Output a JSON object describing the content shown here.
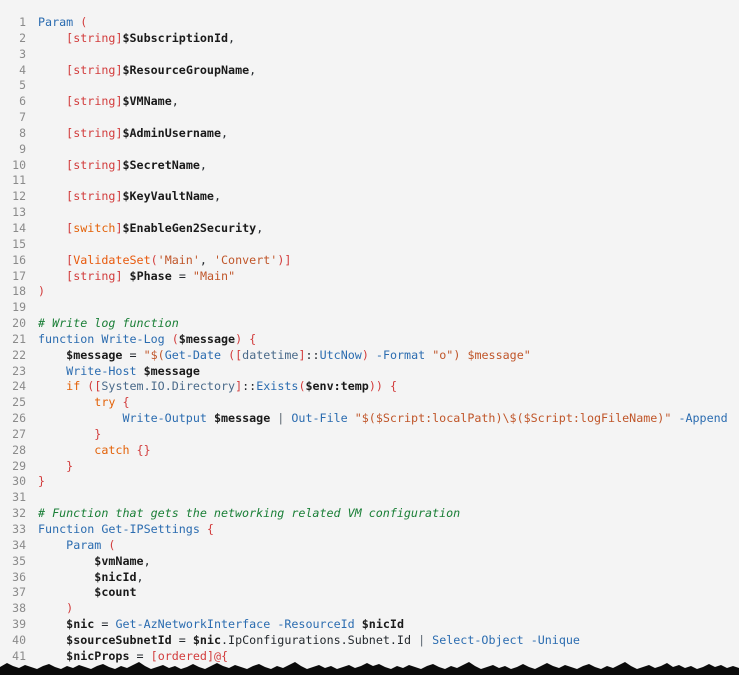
{
  "viewer": {
    "language": "PowerShell",
    "background_color": "#f4f4f4",
    "gutter_color": "#8a8a8a",
    "first_line_number": 1,
    "last_line_number": 41,
    "total_visible_lines": 41
  },
  "colors": {
    "plain": "#24292e",
    "cmdlet": "#2b6cb0",
    "variable": "#1a1a1a",
    "type": "#d23c3c",
    "switch": "#e36209",
    "attribute": "#e8590c",
    "string": "#c0562a",
    "comment": "#1a7f37",
    "keyword": "#e36209",
    "brace": "#d23c3c",
    "classname": "#4a6a8a"
  },
  "code": {
    "lines": [
      {
        "n": "1",
        "text": "Param ("
      },
      {
        "n": "2",
        "text": "    [string]$SubscriptionId,"
      },
      {
        "n": "3",
        "text": ""
      },
      {
        "n": "4",
        "text": "    [string]$ResourceGroupName,"
      },
      {
        "n": "5",
        "text": ""
      },
      {
        "n": "6",
        "text": "    [string]$VMName,"
      },
      {
        "n": "7",
        "text": ""
      },
      {
        "n": "8",
        "text": "    [string]$AdminUsername,"
      },
      {
        "n": "9",
        "text": ""
      },
      {
        "n": "10",
        "text": "    [string]$SecretName,"
      },
      {
        "n": "11",
        "text": ""
      },
      {
        "n": "12",
        "text": "    [string]$KeyVaultName,"
      },
      {
        "n": "13",
        "text": ""
      },
      {
        "n": "14",
        "text": "    [switch]$EnableGen2Security,"
      },
      {
        "n": "15",
        "text": ""
      },
      {
        "n": "16",
        "text": "    [ValidateSet('Main', 'Convert')]"
      },
      {
        "n": "17",
        "text": "    [string] $Phase = \"Main\""
      },
      {
        "n": "18",
        "text": ")"
      },
      {
        "n": "19",
        "text": ""
      },
      {
        "n": "20",
        "text": "# Write log function"
      },
      {
        "n": "21",
        "text": "function Write-Log ($message) {"
      },
      {
        "n": "22",
        "text": "    $message = \"$(Get-Date ([datetime]::UtcNow) -Format \"o\") $message\""
      },
      {
        "n": "23",
        "text": "    Write-Host $message"
      },
      {
        "n": "24",
        "text": "    if ([System.IO.Directory]::Exists($env:temp)) {"
      },
      {
        "n": "25",
        "text": "        try {"
      },
      {
        "n": "26",
        "text": "            Write-Output $message | Out-File \"$($Script:localPath)\\$($Script:logFileName)\" -Append"
      },
      {
        "n": "27",
        "text": "        }"
      },
      {
        "n": "28",
        "text": "        catch {}"
      },
      {
        "n": "29",
        "text": "    }"
      },
      {
        "n": "30",
        "text": "}"
      },
      {
        "n": "31",
        "text": ""
      },
      {
        "n": "32",
        "text": "# Function that gets the networking related VM configuration"
      },
      {
        "n": "33",
        "text": "Function Get-IPSettings {"
      },
      {
        "n": "34",
        "text": "    Param ("
      },
      {
        "n": "35",
        "text": "        $vmName,"
      },
      {
        "n": "36",
        "text": "        $nicId,"
      },
      {
        "n": "37",
        "text": "        $count"
      },
      {
        "n": "38",
        "text": "    )"
      },
      {
        "n": "39",
        "text": "    $nic = Get-AzNetworkInterface -ResourceId $nicId"
      },
      {
        "n": "40",
        "text": "    $sourceSubnetId = $nic.IpConfigurations.Subnet.Id | Select-Object -Unique"
      },
      {
        "n": "41",
        "text": "    $nicProps = [ordered]@{"
      }
    ],
    "tokens": [
      [
        {
          "t": "Param",
          "c": "cmdlet"
        },
        {
          "t": " ",
          "c": "plain"
        },
        {
          "t": "(",
          "c": "paren"
        }
      ],
      [
        {
          "t": "    ",
          "c": "plain"
        },
        {
          "t": "[",
          "c": "brace"
        },
        {
          "t": "string",
          "c": "type"
        },
        {
          "t": "]",
          "c": "brace"
        },
        {
          "t": "$SubscriptionId",
          "c": "var"
        },
        {
          "t": ",",
          "c": "op"
        }
      ],
      [],
      [
        {
          "t": "    ",
          "c": "plain"
        },
        {
          "t": "[",
          "c": "brace"
        },
        {
          "t": "string",
          "c": "type"
        },
        {
          "t": "]",
          "c": "brace"
        },
        {
          "t": "$ResourceGroupName",
          "c": "var"
        },
        {
          "t": ",",
          "c": "op"
        }
      ],
      [],
      [
        {
          "t": "    ",
          "c": "plain"
        },
        {
          "t": "[",
          "c": "brace"
        },
        {
          "t": "string",
          "c": "type"
        },
        {
          "t": "]",
          "c": "brace"
        },
        {
          "t": "$VMName",
          "c": "var"
        },
        {
          "t": ",",
          "c": "op"
        }
      ],
      [],
      [
        {
          "t": "    ",
          "c": "plain"
        },
        {
          "t": "[",
          "c": "brace"
        },
        {
          "t": "string",
          "c": "type"
        },
        {
          "t": "]",
          "c": "brace"
        },
        {
          "t": "$AdminUsername",
          "c": "var"
        },
        {
          "t": ",",
          "c": "op"
        }
      ],
      [],
      [
        {
          "t": "    ",
          "c": "plain"
        },
        {
          "t": "[",
          "c": "brace"
        },
        {
          "t": "string",
          "c": "type"
        },
        {
          "t": "]",
          "c": "brace"
        },
        {
          "t": "$SecretName",
          "c": "var"
        },
        {
          "t": ",",
          "c": "op"
        }
      ],
      [],
      [
        {
          "t": "    ",
          "c": "plain"
        },
        {
          "t": "[",
          "c": "brace"
        },
        {
          "t": "string",
          "c": "type"
        },
        {
          "t": "]",
          "c": "brace"
        },
        {
          "t": "$KeyVaultName",
          "c": "var"
        },
        {
          "t": ",",
          "c": "op"
        }
      ],
      [],
      [
        {
          "t": "    ",
          "c": "plain"
        },
        {
          "t": "[",
          "c": "brace"
        },
        {
          "t": "switch",
          "c": "switch"
        },
        {
          "t": "]",
          "c": "brace"
        },
        {
          "t": "$EnableGen2Security",
          "c": "var"
        },
        {
          "t": ",",
          "c": "op"
        }
      ],
      [],
      [
        {
          "t": "    ",
          "c": "plain"
        },
        {
          "t": "[",
          "c": "brace"
        },
        {
          "t": "ValidateSet",
          "c": "attr"
        },
        {
          "t": "(",
          "c": "paren"
        },
        {
          "t": "'Main'",
          "c": "string"
        },
        {
          "t": ",",
          "c": "op"
        },
        {
          "t": " ",
          "c": "plain"
        },
        {
          "t": "'Convert'",
          "c": "string"
        },
        {
          "t": ")",
          "c": "paren"
        },
        {
          "t": "]",
          "c": "brace"
        }
      ],
      [
        {
          "t": "    ",
          "c": "plain"
        },
        {
          "t": "[",
          "c": "brace"
        },
        {
          "t": "string",
          "c": "type"
        },
        {
          "t": "]",
          "c": "brace"
        },
        {
          "t": " ",
          "c": "plain"
        },
        {
          "t": "$Phase",
          "c": "var"
        },
        {
          "t": " ",
          "c": "plain"
        },
        {
          "t": "=",
          "c": "op"
        },
        {
          "t": " ",
          "c": "plain"
        },
        {
          "t": "\"Main\"",
          "c": "string"
        }
      ],
      [
        {
          "t": ")",
          "c": "paren"
        }
      ],
      [],
      [
        {
          "t": "# Write log function",
          "c": "comment"
        }
      ],
      [
        {
          "t": "function",
          "c": "cmdlet"
        },
        {
          "t": " ",
          "c": "plain"
        },
        {
          "t": "Write-Log",
          "c": "cmdlet"
        },
        {
          "t": " ",
          "c": "plain"
        },
        {
          "t": "(",
          "c": "paren"
        },
        {
          "t": "$message",
          "c": "var"
        },
        {
          "t": ")",
          "c": "paren"
        },
        {
          "t": " ",
          "c": "plain"
        },
        {
          "t": "{",
          "c": "brace"
        }
      ],
      [
        {
          "t": "    ",
          "c": "plain"
        },
        {
          "t": "$message",
          "c": "var"
        },
        {
          "t": " ",
          "c": "plain"
        },
        {
          "t": "=",
          "c": "op"
        },
        {
          "t": " ",
          "c": "plain"
        },
        {
          "t": "\"$(",
          "c": "string"
        },
        {
          "t": "Get-Date",
          "c": "cmdlet"
        },
        {
          "t": " ",
          "c": "plain"
        },
        {
          "t": "(",
          "c": "paren"
        },
        {
          "t": "[",
          "c": "brace"
        },
        {
          "t": "datetime",
          "c": "classname"
        },
        {
          "t": "]",
          "c": "brace"
        },
        {
          "t": "::",
          "c": "op"
        },
        {
          "t": "UtcNow",
          "c": "member"
        },
        {
          "t": ")",
          "c": "paren"
        },
        {
          "t": " ",
          "c": "plain"
        },
        {
          "t": "-Format",
          "c": "param"
        },
        {
          "t": " ",
          "c": "plain"
        },
        {
          "t": "\"o\"",
          "c": "string"
        },
        {
          "t": ")",
          "c": "string"
        },
        {
          "t": " ",
          "c": "string"
        },
        {
          "t": "$message",
          "c": "string"
        },
        {
          "t": "\"",
          "c": "string"
        }
      ],
      [
        {
          "t": "    ",
          "c": "plain"
        },
        {
          "t": "Write-Host",
          "c": "cmdlet"
        },
        {
          "t": " ",
          "c": "plain"
        },
        {
          "t": "$message",
          "c": "var"
        }
      ],
      [
        {
          "t": "    ",
          "c": "plain"
        },
        {
          "t": "if",
          "c": "keyword"
        },
        {
          "t": " ",
          "c": "plain"
        },
        {
          "t": "(",
          "c": "paren"
        },
        {
          "t": "[",
          "c": "brace"
        },
        {
          "t": "System.IO.Directory",
          "c": "classname"
        },
        {
          "t": "]",
          "c": "brace"
        },
        {
          "t": "::",
          "c": "op"
        },
        {
          "t": "Exists",
          "c": "member"
        },
        {
          "t": "(",
          "c": "paren"
        },
        {
          "t": "$env:temp",
          "c": "var"
        },
        {
          "t": ")",
          "c": "paren"
        },
        {
          "t": ")",
          "c": "paren"
        },
        {
          "t": " ",
          "c": "plain"
        },
        {
          "t": "{",
          "c": "brace"
        }
      ],
      [
        {
          "t": "        ",
          "c": "plain"
        },
        {
          "t": "try",
          "c": "keyword"
        },
        {
          "t": " ",
          "c": "plain"
        },
        {
          "t": "{",
          "c": "brace"
        }
      ],
      [
        {
          "t": "            ",
          "c": "plain"
        },
        {
          "t": "Write-Output",
          "c": "cmdlet"
        },
        {
          "t": " ",
          "c": "plain"
        },
        {
          "t": "$message",
          "c": "var"
        },
        {
          "t": " ",
          "c": "plain"
        },
        {
          "t": "|",
          "c": "pipe"
        },
        {
          "t": " ",
          "c": "plain"
        },
        {
          "t": "Out-File",
          "c": "cmdlet"
        },
        {
          "t": " ",
          "c": "plain"
        },
        {
          "t": "\"$($Script:localPath)\\$($Script:logFileName)\"",
          "c": "string"
        },
        {
          "t": " ",
          "c": "plain"
        },
        {
          "t": "-Append",
          "c": "param"
        }
      ],
      [
        {
          "t": "        ",
          "c": "plain"
        },
        {
          "t": "}",
          "c": "brace"
        }
      ],
      [
        {
          "t": "        ",
          "c": "plain"
        },
        {
          "t": "catch",
          "c": "keyword"
        },
        {
          "t": " ",
          "c": "plain"
        },
        {
          "t": "{}",
          "c": "brace"
        }
      ],
      [
        {
          "t": "    ",
          "c": "plain"
        },
        {
          "t": "}",
          "c": "brace"
        }
      ],
      [
        {
          "t": "}",
          "c": "brace"
        }
      ],
      [],
      [
        {
          "t": "# Function that gets the networking related VM configuration",
          "c": "comment"
        }
      ],
      [
        {
          "t": "Function",
          "c": "cmdlet"
        },
        {
          "t": " ",
          "c": "plain"
        },
        {
          "t": "Get-IPSettings",
          "c": "cmdlet"
        },
        {
          "t": " ",
          "c": "plain"
        },
        {
          "t": "{",
          "c": "brace"
        }
      ],
      [
        {
          "t": "    ",
          "c": "plain"
        },
        {
          "t": "Param",
          "c": "cmdlet"
        },
        {
          "t": " ",
          "c": "plain"
        },
        {
          "t": "(",
          "c": "paren"
        }
      ],
      [
        {
          "t": "        ",
          "c": "plain"
        },
        {
          "t": "$vmName",
          "c": "var"
        },
        {
          "t": ",",
          "c": "op"
        }
      ],
      [
        {
          "t": "        ",
          "c": "plain"
        },
        {
          "t": "$nicId",
          "c": "var"
        },
        {
          "t": ",",
          "c": "op"
        }
      ],
      [
        {
          "t": "        ",
          "c": "plain"
        },
        {
          "t": "$count",
          "c": "var"
        }
      ],
      [
        {
          "t": "    ",
          "c": "plain"
        },
        {
          "t": ")",
          "c": "paren"
        }
      ],
      [
        {
          "t": "    ",
          "c": "plain"
        },
        {
          "t": "$nic",
          "c": "var"
        },
        {
          "t": " ",
          "c": "plain"
        },
        {
          "t": "=",
          "c": "op"
        },
        {
          "t": " ",
          "c": "plain"
        },
        {
          "t": "Get-AzNetworkInterface",
          "c": "cmdlet"
        },
        {
          "t": " ",
          "c": "plain"
        },
        {
          "t": "-ResourceId",
          "c": "param"
        },
        {
          "t": " ",
          "c": "plain"
        },
        {
          "t": "$nicId",
          "c": "var"
        }
      ],
      [
        {
          "t": "    ",
          "c": "plain"
        },
        {
          "t": "$sourceSubnetId",
          "c": "var"
        },
        {
          "t": " ",
          "c": "plain"
        },
        {
          "t": "=",
          "c": "op"
        },
        {
          "t": " ",
          "c": "plain"
        },
        {
          "t": "$nic",
          "c": "var"
        },
        {
          "t": ".IpConfigurations.Subnet.Id",
          "c": "plain"
        },
        {
          "t": " ",
          "c": "plain"
        },
        {
          "t": "|",
          "c": "pipe"
        },
        {
          "t": " ",
          "c": "plain"
        },
        {
          "t": "Select-Object",
          "c": "cmdlet"
        },
        {
          "t": " ",
          "c": "plain"
        },
        {
          "t": "-Unique",
          "c": "param"
        }
      ],
      [
        {
          "t": "    ",
          "c": "plain"
        },
        {
          "t": "$nicProps",
          "c": "var"
        },
        {
          "t": " ",
          "c": "plain"
        },
        {
          "t": "=",
          "c": "op"
        },
        {
          "t": " ",
          "c": "plain"
        },
        {
          "t": "[",
          "c": "brace"
        },
        {
          "t": "ordered",
          "c": "type"
        },
        {
          "t": "]",
          "c": "brace"
        },
        {
          "t": "@{",
          "c": "brace"
        }
      ]
    ]
  }
}
